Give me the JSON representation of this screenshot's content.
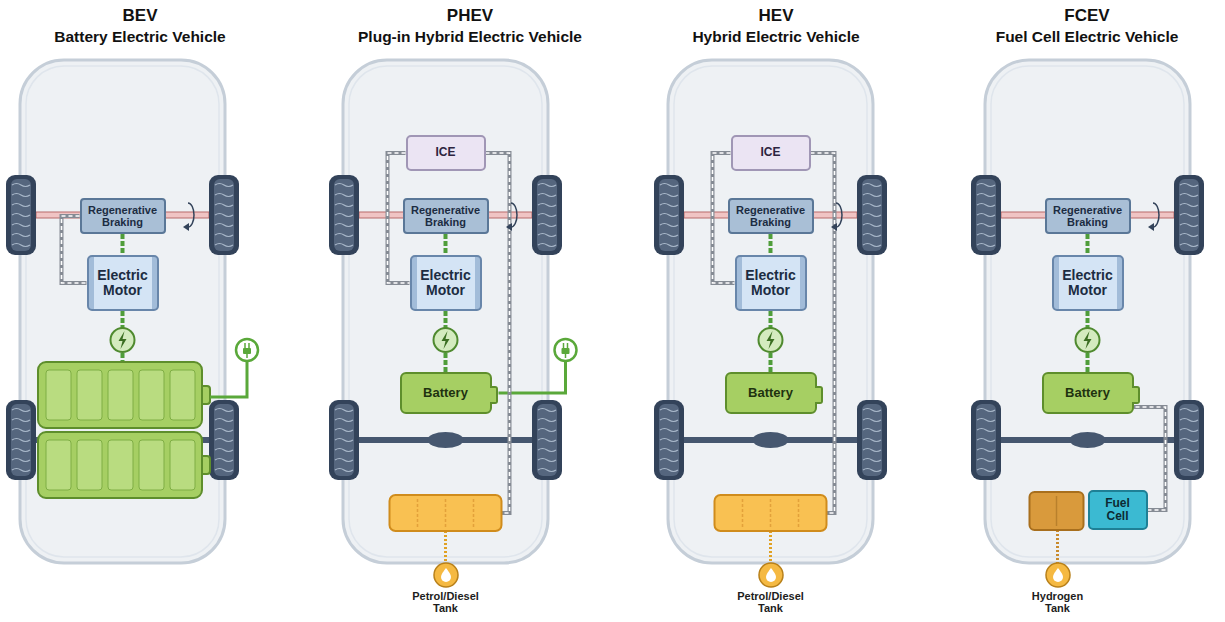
{
  "diagram": {
    "nodes": [
      {
        "text": [
          "BEV",
          "Battery Electric Vehicle"
        ]
      },
      {
        "text": [
          "Regenerative Braking"
        ],
        "in": 0
      },
      {
        "text": [
          "Electric Motor"
        ],
        "in": 0
      },
      {
        "text": [
          "PHEV",
          "Plug-in Hybrid Electric Vehicle"
        ]
      },
      {
        "text": [
          "ICE"
        ],
        "in": 3
      },
      {
        "text": [
          "Regenerative Braking"
        ],
        "in": 3
      },
      {
        "text": [
          "Electric Motor"
        ],
        "in": 3
      },
      {
        "text": [
          "Battery"
        ],
        "in": 3
      },
      {
        "text": [
          "Petrol/Diesel Tank"
        ]
      },
      {
        "text": [
          "HEV",
          "Hybrid Electric Vehicle"
        ]
      },
      {
        "text": [
          "ICE"
        ],
        "in": 9
      },
      {
        "text": [
          "Regenerative Braking"
        ],
        "in": 9
      },
      {
        "text": [
          "Electric Motor"
        ],
        "in": 9
      },
      {
        "text": [
          "Battery"
        ],
        "in": 9
      },
      {
        "text": [
          "Petrol/Diesel Tank"
        ]
      },
      {
        "text": [
          "FCEV",
          "Fuel Cell Electric Vehicle"
        ]
      },
      {
        "text": [
          "Regenerative Braking"
        ],
        "in": 15
      },
      {
        "text": [
          "Electric Motor"
        ],
        "in": 15
      },
      {
        "text": [
          "Battery"
        ],
        "in": 15
      },
      {
        "text": [
          "Fuel Cell"
        ],
        "in": 15
      },
      {
        "text": [
          "Hydrogen Tank"
        ]
      }
    ],
    "edges": [
      {
        "from": 1,
        "to": 2,
        "arrow": "none"
      },
      {
        "from": 1,
        "to": 2,
        "arrow": "none"
      },
      {
        "from": 5,
        "to": 6,
        "arrow": "none"
      },
      {
        "from": 4,
        "to": 6,
        "arrow": "none"
      },
      {
        "from": 6,
        "to": 7,
        "arrow": "none"
      },
      {
        "from": 11,
        "to": 12,
        "arrow": "none"
      },
      {
        "from": 10,
        "to": 12,
        "arrow": "none"
      },
      {
        "from": 12,
        "to": 13,
        "arrow": "none"
      },
      {
        "from": 16,
        "to": 17,
        "arrow": "none"
      },
      {
        "from": 17,
        "to": 18,
        "arrow": "none"
      },
      {
        "from": 19,
        "to": 18,
        "arrow": "none"
      }
    ]
  }
}
